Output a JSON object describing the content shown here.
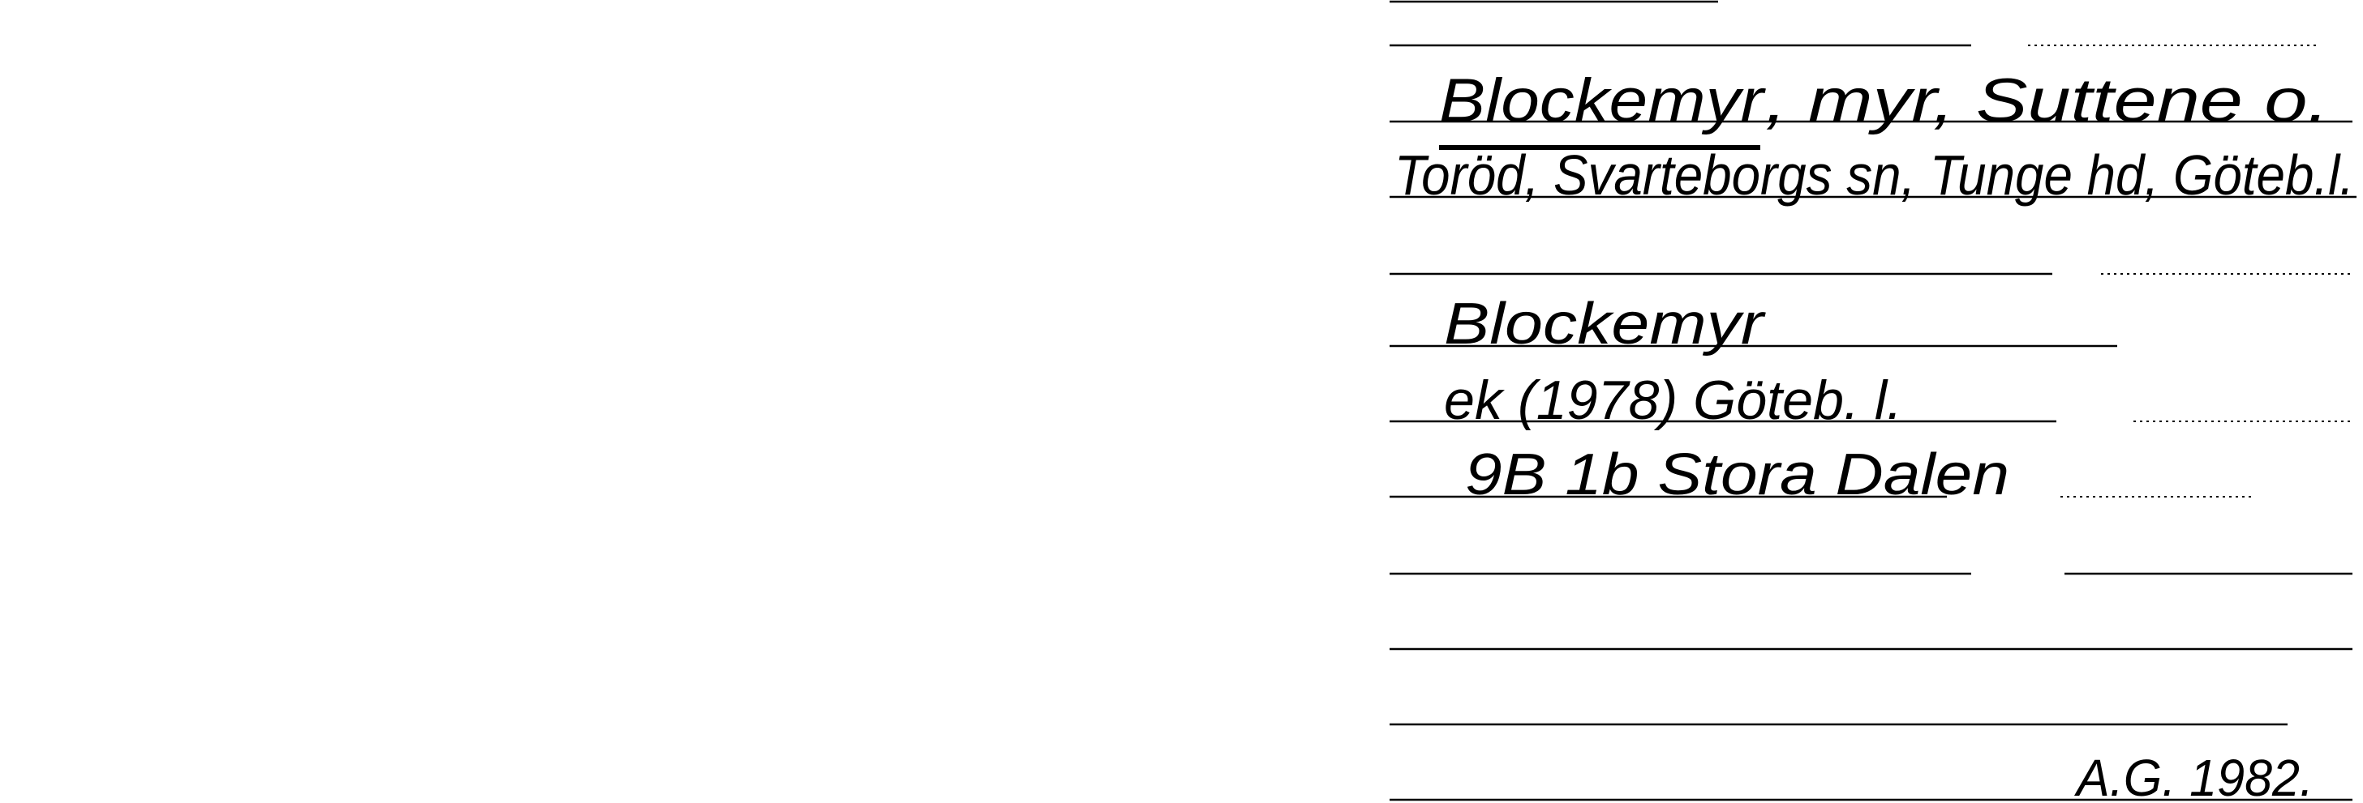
{
  "card": {
    "heading_place": "Blockemyr",
    "heading_rest": ", myr, Suttene o.",
    "location_line": "Toröd, Svarteborgs sn, Tunge hd, Göteb.l.",
    "name_form": "Blockemyr",
    "map_source": "ek (1978) Göteb. l.",
    "map_sheet": "9B 1b Stora Dalen",
    "signature": "A.G. 1982."
  }
}
